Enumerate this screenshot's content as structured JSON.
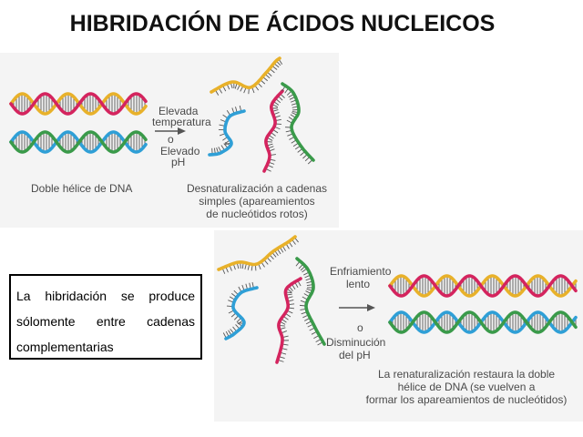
{
  "title": "HIBRIDACIÓN DE ÁCIDOS NUCLEICOS",
  "top_panel": {
    "condition_lines": [
      "Elevada",
      "temperatura",
      "o",
      "Elevado",
      "pH"
    ],
    "left_caption": "Doble hélice de DNA",
    "right_caption_lines": [
      "Desnaturalización a cadenas",
      "simples (apareamientos",
      "de nucleótidos rotos)"
    ]
  },
  "bottom_panel": {
    "condition_lines": [
      "Enfriamiento",
      "lento",
      "o",
      "Disminución",
      "del pH"
    ],
    "caption_lines": [
      "La renaturalización restaura la doble",
      "hélice de DNA (se vuelven a",
      "formar los apareamientos de nucleótidos)"
    ]
  },
  "note_box": {
    "text": "La hibridación se produce sólomente entre cadenas complementarias"
  },
  "colors": {
    "yellow": "#e8b12a",
    "magenta": "#d4245e",
    "blue": "#2f9fd6",
    "green": "#3a9a4a",
    "text": "#4a4a4a",
    "rung": "#555555"
  }
}
